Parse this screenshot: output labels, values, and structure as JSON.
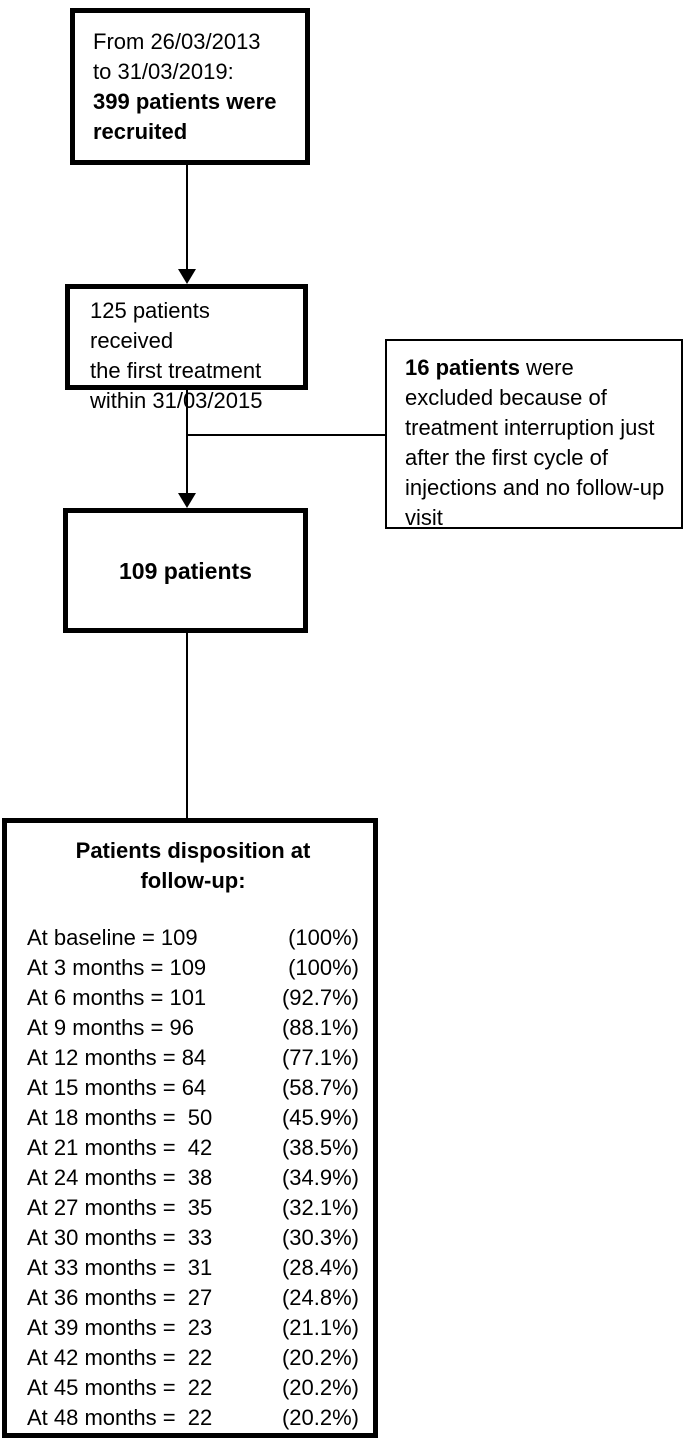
{
  "flowchart": {
    "box_recruited": {
      "lines": [
        "From 26/03/2013",
        "to 31/03/2019:"
      ],
      "bold_lines": [
        "399 patients were",
        "recruited"
      ]
    },
    "box_first_treatment": {
      "lines": [
        "125 patients received",
        "the first treatment",
        "within 31/03/2015"
      ]
    },
    "box_excluded": {
      "bold_text": "16 patients",
      "first_line_rest": " were",
      "lines": [
        "excluded because of",
        "treatment interruption just",
        "after the first cycle of",
        "injections and no follow-up",
        "visit"
      ]
    },
    "box_cohort": {
      "bold_text": "109 patients"
    },
    "box_disposition": {
      "title_lines": [
        "Patients disposition at",
        "follow-up:"
      ],
      "rows": [
        {
          "label": "At baseline = 109",
          "pct": "(100%)"
        },
        {
          "label": "At 3 months = 109",
          "pct": "(100%)"
        },
        {
          "label": "At 6 months = 101",
          "pct": "(92.7%)"
        },
        {
          "label": "At 9 months = 96",
          "pct": "(88.1%)"
        },
        {
          "label": "At 12 months = 84",
          "pct": "(77.1%)"
        },
        {
          "label": "At 15 months = 64",
          "pct": "(58.7%)"
        },
        {
          "label": "At 18 months =  50",
          "pct": "(45.9%)"
        },
        {
          "label": "At 21 months =  42",
          "pct": "(38.5%)"
        },
        {
          "label": "At 24 months =  38",
          "pct": "(34.9%)"
        },
        {
          "label": "At 27 months =  35",
          "pct": "(32.1%)"
        },
        {
          "label": "At 30 months =  33",
          "pct": "(30.3%)"
        },
        {
          "label": "At 33 months =  31",
          "pct": "(28.4%)"
        },
        {
          "label": "At 36 months =  27",
          "pct": "(24.8%)"
        },
        {
          "label": "At 39 months =  23",
          "pct": "(21.1%)"
        },
        {
          "label": "At 42 months =  22",
          "pct": "(20.2%)"
        },
        {
          "label": "At 45 months =  22",
          "pct": "(20.2%)"
        },
        {
          "label": "At 48 months =  22",
          "pct": "(20.2%)"
        }
      ]
    },
    "colors": {
      "background": "#ffffff",
      "border": "#000000",
      "text": "#000000",
      "connector": "#000000"
    }
  }
}
